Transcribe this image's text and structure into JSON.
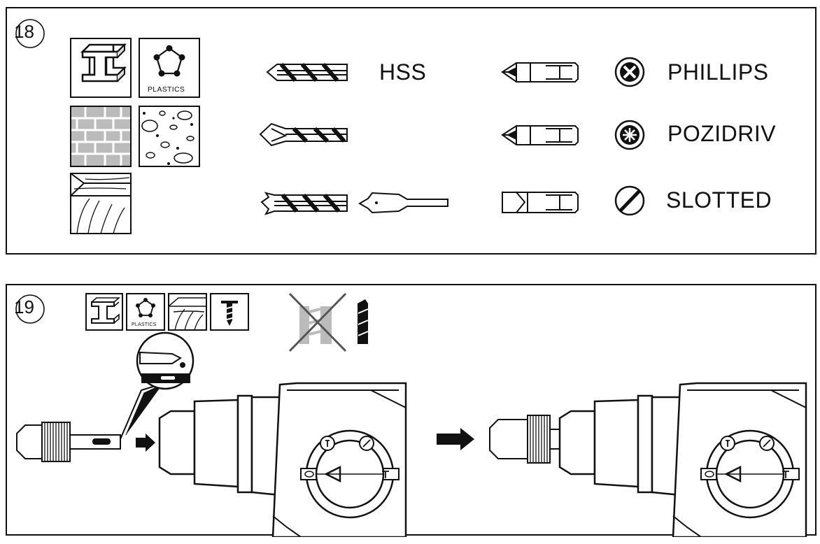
{
  "steps": {
    "step18": {
      "number": "18",
      "materials": {
        "plastics_label": "PLASTICS"
      },
      "bit_labels": {
        "hss": "HSS"
      },
      "screwdriver_labels": {
        "phillips": "PHILLIPS",
        "pozidriv": "POZIDRIV",
        "slotted": "SLOTTED"
      }
    },
    "step19": {
      "number": "19",
      "materials": {
        "plastics_label": "PLASTICS"
      }
    }
  }
}
